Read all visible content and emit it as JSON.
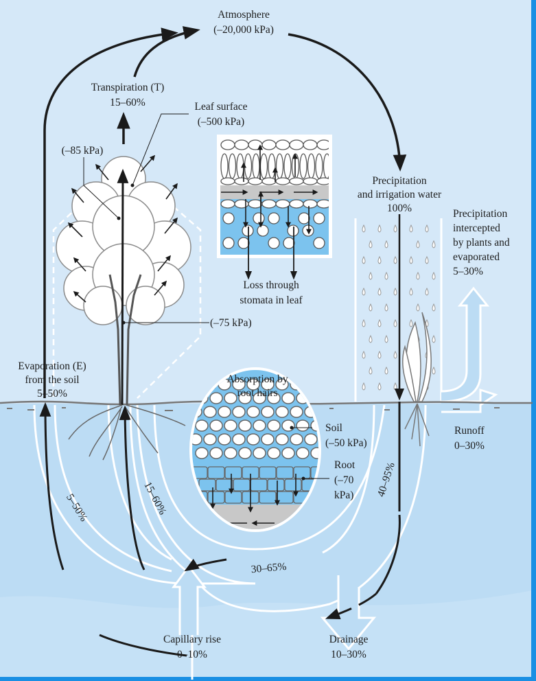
{
  "colors": {
    "sky": "#d5e8f8",
    "soil_water": "#bcdcf4",
    "frame": "#1a8fe3",
    "arrow": "#1a1a1a",
    "band": "#ffffff",
    "leaf_blue": "#7cc3ee",
    "gray": "#8a8a8a"
  },
  "labels": {
    "atmosphere": "Atmosphere",
    "atmosphere_potential": "(–20,000 kPa)",
    "transpiration": "Transpiration (T)",
    "transpiration_pct": "15–60%",
    "leaf_surface": "Leaf surface",
    "leaf_surface_potential": "(–500 kPa)",
    "leaf_potential": "(–85 kPa)",
    "stem_potential": "(–75 kPa)",
    "stomata_line1": "Loss through",
    "stomata_line2": "stomata in leaf",
    "precip_line1": "Precipitation",
    "precip_line2": "and irrigation water",
    "precip_pct": "100%",
    "intercepted_line1": "Precipitation",
    "intercepted_line2": "intercepted",
    "intercepted_line3": "by plants and",
    "intercepted_line4": "evaporated",
    "intercepted_pct": "5–30%",
    "evap_line1": "Evaporation (E)",
    "evap_line2": "from the soil",
    "evap_pct": "5–50%",
    "absorption_line1": "Absorption by",
    "absorption_line2": "root hairs",
    "soil": "Soil",
    "soil_potential": "(–50 kPa)",
    "root": "Root",
    "root_potential_1": "(–70",
    "root_potential_2": "kPa)",
    "runoff": "Runoff",
    "runoff_pct": "0–30%",
    "arc_evap_pct": "5–50%",
    "arc_transp_pct": "15–60%",
    "arc_infiltration_pct": "40–95%",
    "arc_storage_pct": "30–65%",
    "capillary": "Capillary rise",
    "capillary_pct": "0–10%",
    "drainage": "Drainage",
    "drainage_pct": "10–30%"
  }
}
